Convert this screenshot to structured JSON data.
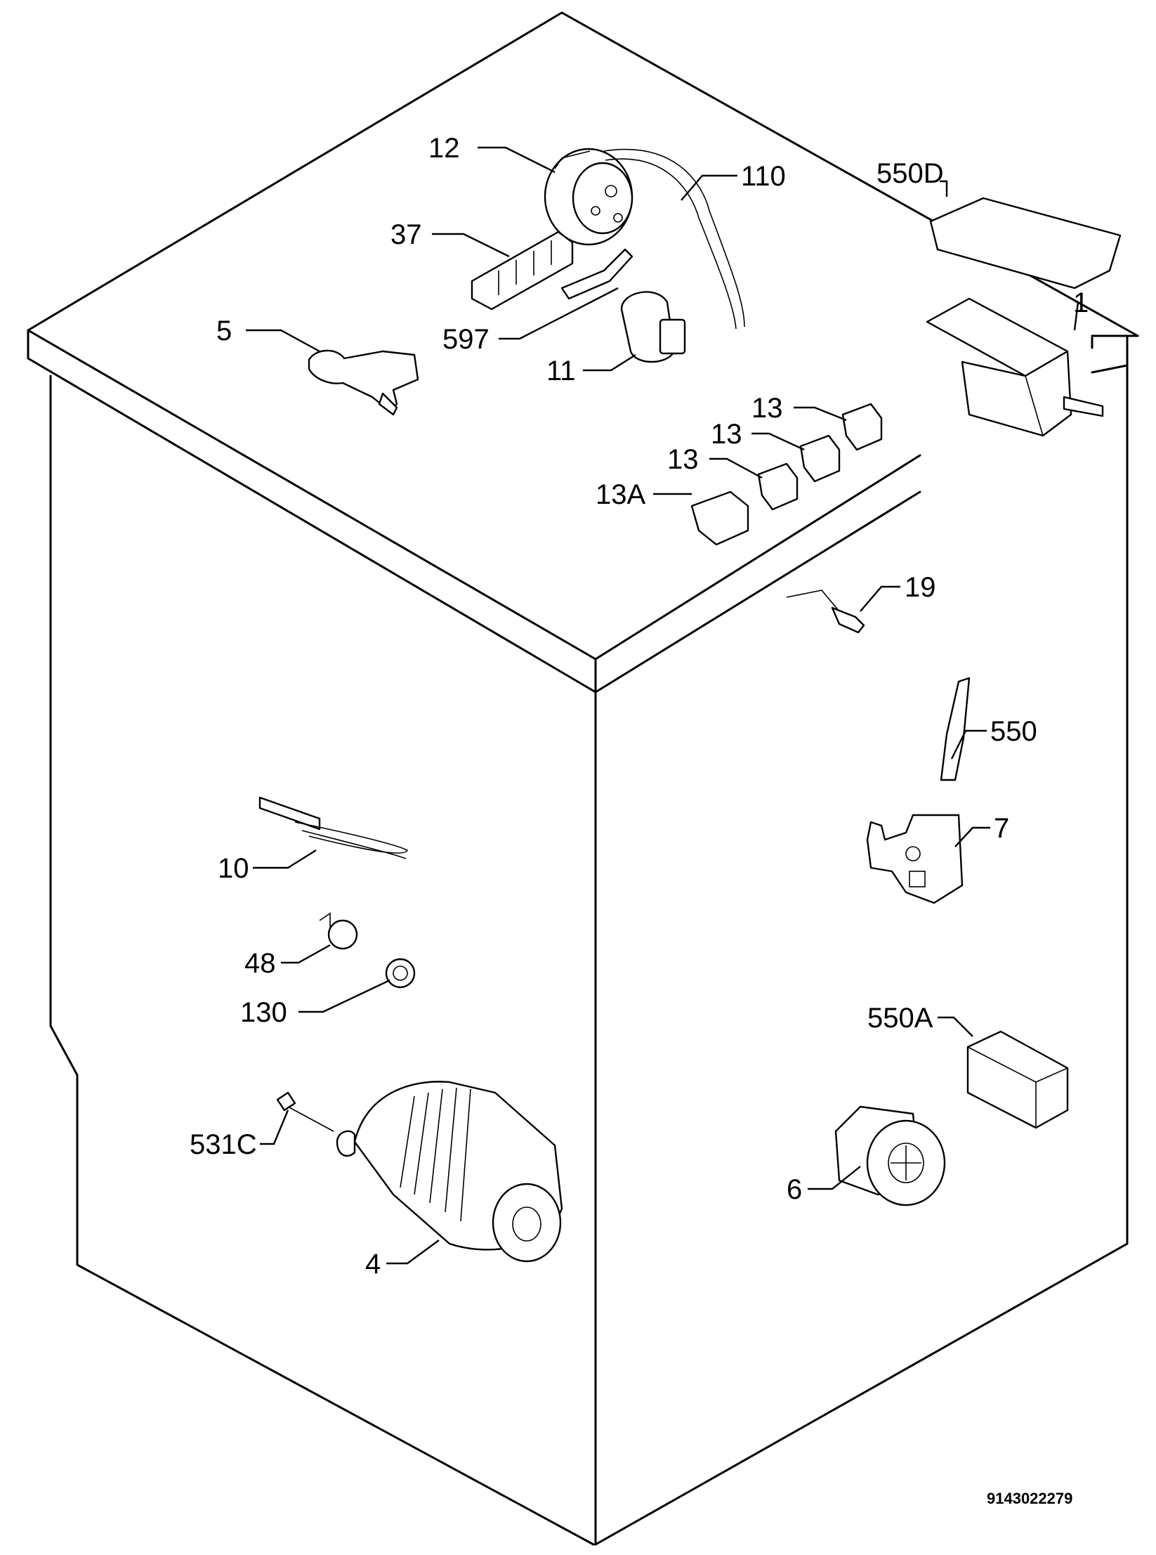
{
  "labels": {
    "l12": "12",
    "l110": "110",
    "l550D": "550D",
    "l37": "37",
    "l1": "1",
    "l5": "5",
    "l597": "597",
    "l11": "11",
    "l13a": "13",
    "l13b": "13",
    "l13c": "13",
    "l13A": "13A",
    "l19": "19",
    "l550": "550",
    "l7": "7",
    "l10": "10",
    "l48": "48",
    "l130": "130",
    "l550A": "550A",
    "l531C": "531C",
    "l6": "6",
    "l4": "4"
  },
  "document_code": "9143022279",
  "colors": {
    "ink": "#000000",
    "paper": "#ffffff"
  }
}
